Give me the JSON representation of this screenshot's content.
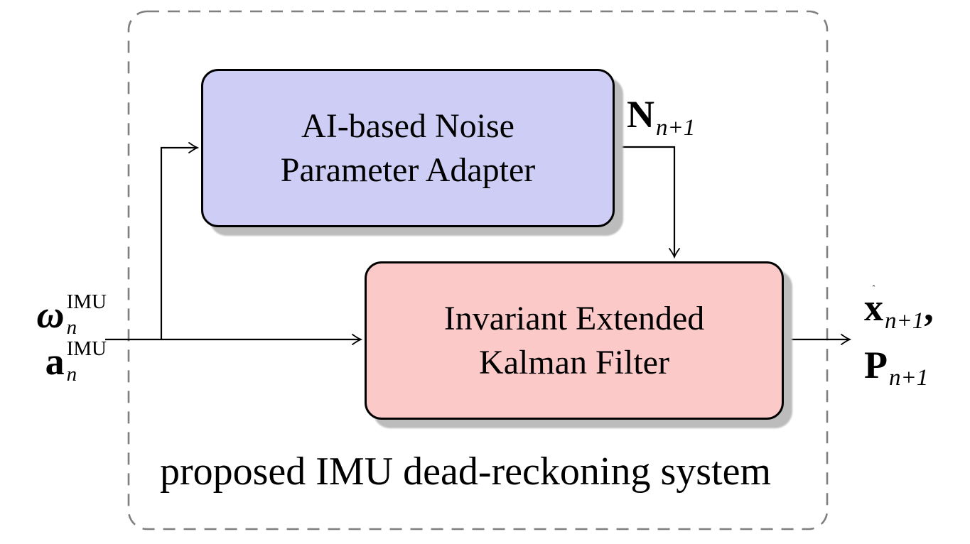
{
  "figure": {
    "caption": "proposed IMU dead-reckoning system"
  },
  "boxes": {
    "adapter": {
      "line1": "AI-based Noise",
      "line2": "Parameter Adapter"
    },
    "filter": {
      "line1": "Invariant Extended",
      "line2": "Kalman Filter"
    }
  },
  "labels": {
    "input_line1": {
      "base": "ω",
      "sup": "IMU",
      "sub": "n"
    },
    "input_line2": {
      "base": "a",
      "sup": "IMU",
      "sub": "n"
    },
    "noise": {
      "base": "N",
      "sub": "n+1"
    },
    "output_line1": {
      "hat": "ˆ",
      "base": "x",
      "sub": "n+1",
      "suffix": ","
    },
    "output_line2": {
      "base": "P",
      "sub": "n+1"
    }
  },
  "colors": {
    "adapter_fill": "#cdcdf6",
    "filter_fill": "#fcc9c9",
    "box_border": "#000000",
    "shadow": "#bcbcbc",
    "dashed_boundary": "#7f7f7f",
    "arrow": "#000000"
  }
}
